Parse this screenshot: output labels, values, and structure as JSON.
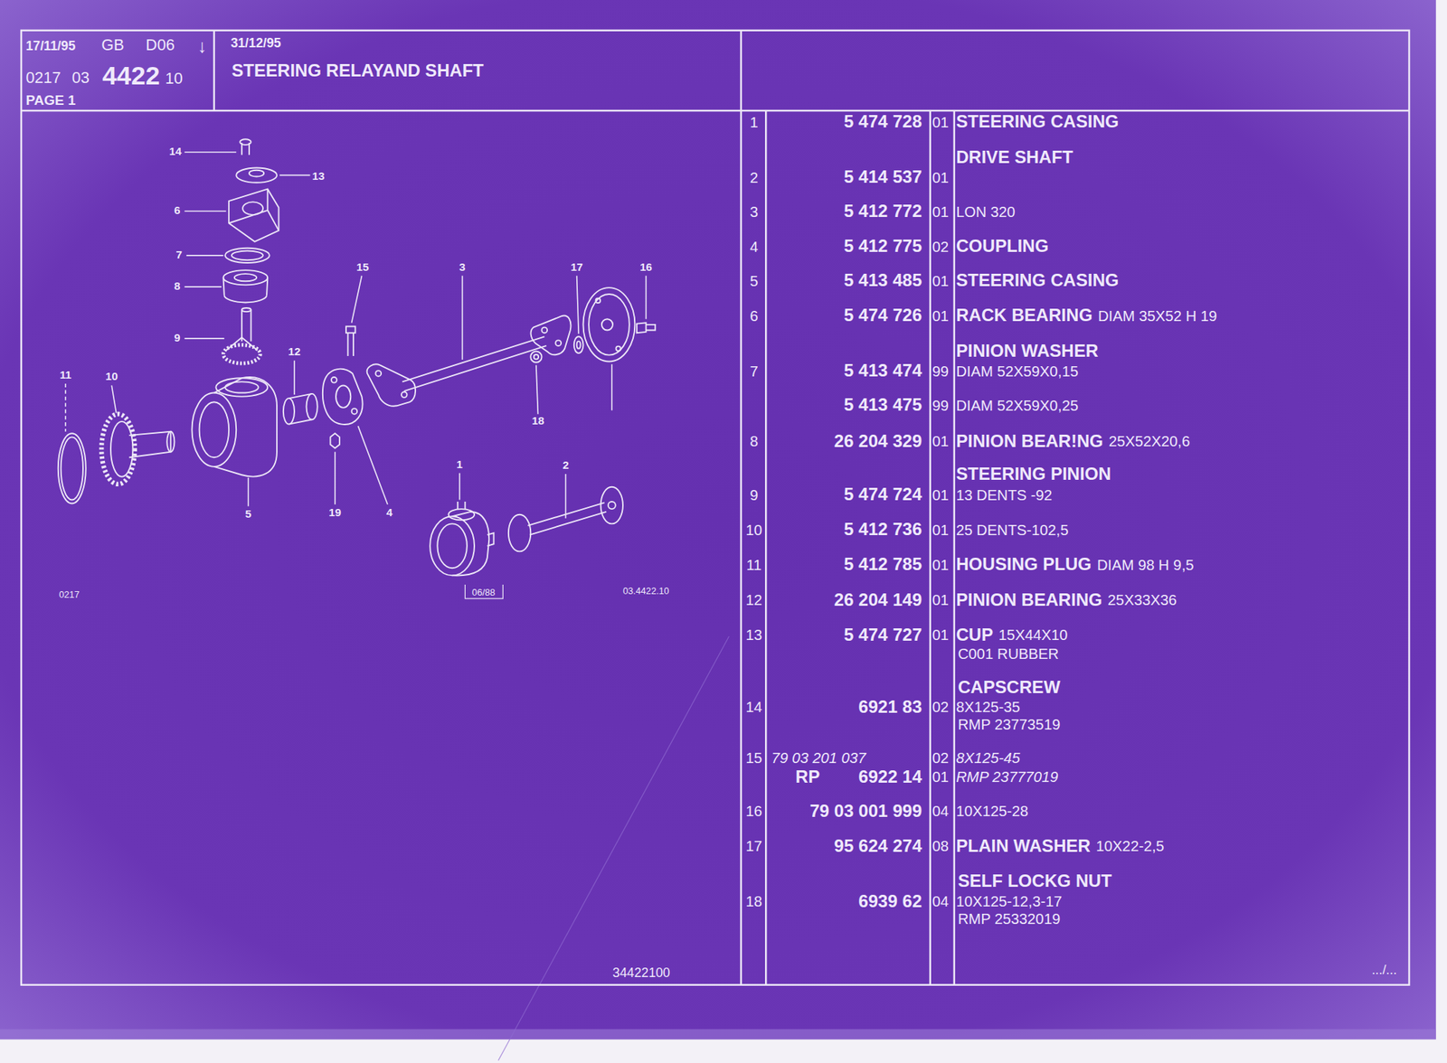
{
  "diagram": {
    "nodes": [
      {
        "text": [
          "17/11/95",
          "GB",
          "D06",
          "↓",
          "0217",
          "03",
          "4422",
          "10",
          "PAGE 1"
        ]
      },
      {
        "text": [
          "31/12/95",
          "STEERING RELAYAND SHAFT"
        ]
      }
    ],
    "labels": [
      "1",
      "5 474 728",
      "01",
      "STEERING CASING",
      "DRIVE SHAFT",
      "2",
      "5 414 537",
      "01",
      "3",
      "5 412 772",
      "01",
      "LON 320",
      "4",
      "5 412 775",
      "02",
      "COUPLING",
      "5",
      "5 413 485",
      "01",
      "STEERING CASING",
      "6",
      "5 474 726",
      "01",
      "RACK BEARING",
      "DIAM 35X52 H 19",
      "PINION WASHER",
      "7",
      "5 413 474",
      "99",
      "DIAM 52X59X0,15",
      "5 413 475",
      "99",
      "DIAM 52X59X0,25",
      "8",
      "26 204 329",
      "01",
      "PINION BEAR!NG",
      "25X52X20,6",
      "STEERING PINION",
      "9",
      "5 474 724",
      "01",
      "13 DENTS -92",
      "10",
      "5 412 736",
      "01",
      "25 DENTS-102,5",
      "11",
      "5 412 785",
      "01",
      "HOUSING PLUG",
      "DIAM 98 H 9,5",
      "12",
      "26 204 149",
      "01",
      "PINION BEARING",
      "25X33X36",
      "13",
      "5 474 727",
      "01",
      "CUP",
      "15X44X10",
      "C001 RUBBER",
      "CAPSCREW",
      "14",
      "6921 83",
      "02",
      "8X125-35",
      "RMP 23773519",
      "15",
      "79 03 201 037",
      "02",
      "8X125-45",
      "RP",
      "6922 14",
      "01",
      "RMP 23777019",
      "16",
      "79 03 001 999",
      "04",
      "10X125-28",
      "17",
      "95 624 274",
      "08",
      "PLAIN WASHER",
      "10X22-2,5",
      "SELF LOCKG NUT",
      "18",
      "6939 62",
      "04",
      "10X125-12,3-17",
      "RMP 25332019",
      "34422100",
      ".../...",
      "14",
      "13",
      "6",
      "7",
      "8",
      "15",
      "3",
      "17",
      "16",
      "9",
      "12",
      "11",
      "10",
      "18",
      "1",
      "2",
      "5",
      "19",
      "4",
      "0217",
      "06/88",
      "03.4422.10"
    ]
  }
}
